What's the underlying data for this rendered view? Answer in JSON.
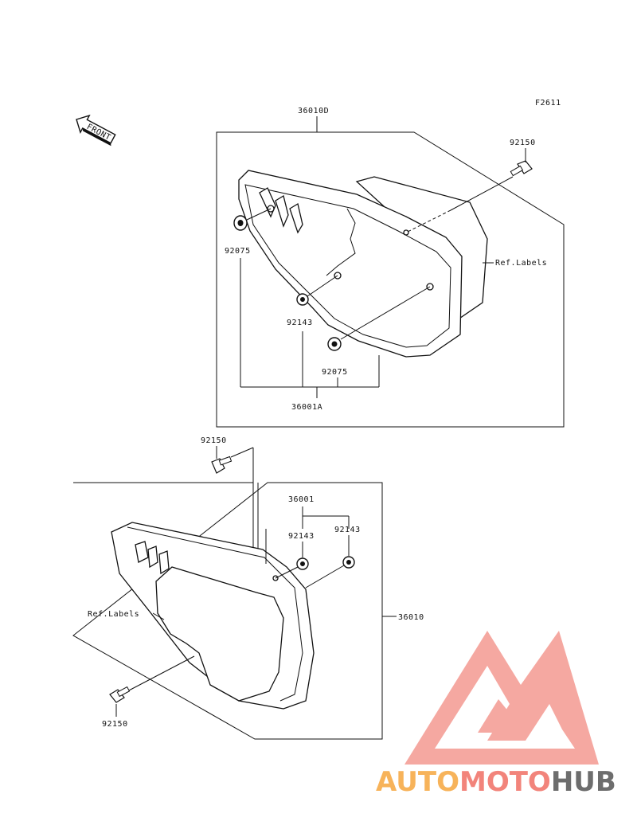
{
  "figure_code": "F2611",
  "front_label": "FRONT",
  "labels": {
    "assy_top": "36010D",
    "bolt_top": "92150",
    "grommet_top_left": "92075",
    "grommet_top_bottom": "92075",
    "nut_top": "92143",
    "ref_labels_top": "Ref.Labels",
    "cover_top": "36001A",
    "bolt_bottom_top": "92150",
    "cover_bottom": "36001",
    "nut_bottom_left": "92143",
    "nut_bottom_right": "92143",
    "assy_bottom": "36010",
    "ref_labels_bottom": "Ref.Labels",
    "bolt_bottom_bottom": "92150"
  },
  "watermark": {
    "part1": "AUTO",
    "part2": "MOTO",
    "part3": "HUB",
    "colors": {
      "auto": "#f7b35a",
      "moto": "#f2847b",
      "hub": "#6d6d6d",
      "logo": "#f28b82"
    }
  }
}
